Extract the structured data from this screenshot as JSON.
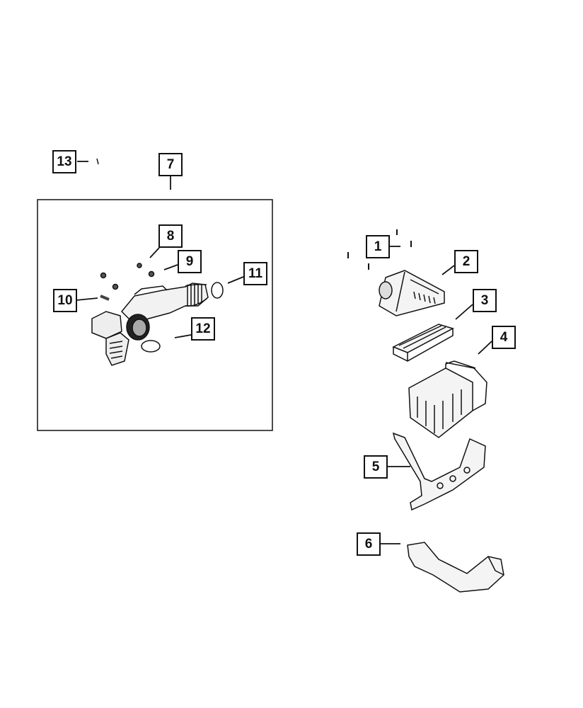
{
  "callouts": [
    {
      "id": "1",
      "part": "screw"
    },
    {
      "id": "2",
      "part": "air-cleaner-cover"
    },
    {
      "id": "3",
      "part": "air-filter-element"
    },
    {
      "id": "4",
      "part": "air-cleaner-housing"
    },
    {
      "id": "5",
      "part": "bracket"
    },
    {
      "id": "6",
      "part": "air-inlet-duct"
    },
    {
      "id": "7",
      "part": "air-cleaner-duct-assembly"
    },
    {
      "id": "8",
      "part": "nut"
    },
    {
      "id": "9",
      "part": "nut"
    },
    {
      "id": "10",
      "part": "stud"
    },
    {
      "id": "11",
      "part": "hose-clamp"
    },
    {
      "id": "12",
      "part": "hose-clamp"
    },
    {
      "id": "13",
      "part": "screw"
    }
  ],
  "colors": {
    "line": "#111111",
    "background": "#ffffff"
  }
}
